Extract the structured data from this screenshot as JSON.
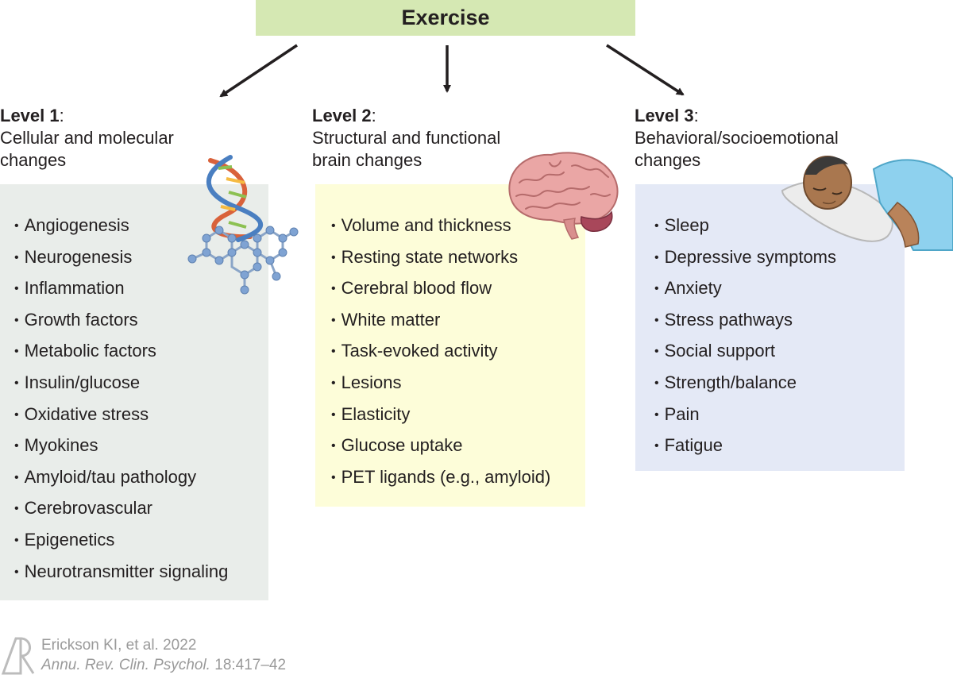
{
  "root": {
    "label": "Exercise"
  },
  "levels": [
    {
      "title": "Level 1",
      "subtitle_line1": "Cellular and molecular",
      "subtitle_line2": "changes",
      "items": [
        "Angiogenesis",
        "Neurogenesis",
        "Inflammation",
        "Growth factors",
        "Metabolic factors",
        "Insulin/glucose",
        "Oxidative stress",
        "Myokines",
        "Amyloid/tau pathology",
        "Cerebrovascular",
        "Epigenetics",
        "Neurotransmitter signaling"
      ],
      "color": "#e9edea"
    },
    {
      "title": "Level 2",
      "subtitle_line1": "Structural and functional",
      "subtitle_line2": "brain changes",
      "items": [
        "Volume and thickness",
        "Resting state networks",
        "Cerebral blood flow",
        "White matter",
        "Task-evoked activity",
        "Lesions",
        "Elasticity",
        "Glucose uptake",
        "PET ligands (e.g., amyloid)"
      ],
      "color": "#fdfdd9"
    },
    {
      "title": "Level 3",
      "subtitle_line1": "Behavioral/socioemotional",
      "subtitle_line2": "changes",
      "items": [
        "Sleep",
        "Depressive symptoms",
        "Anxiety",
        "Stress pathways",
        "Social support",
        "Strength/balance",
        "Pain",
        "Fatigue"
      ],
      "color": "#e4e9f6"
    }
  ],
  "colors": {
    "root_box": "#d5e8b3",
    "text": "#231f20",
    "citation": "#9a9a9a"
  },
  "icons": [
    "dna-molecule-icon",
    "brain-icon",
    "sleeping-person-icon",
    "publisher-logo-icon"
  ],
  "citation": {
    "line1": "Erickson KI, et al. 2022",
    "journal": "Annu. Rev. Clin. Psychol.",
    "volume": " 18:417–42"
  }
}
